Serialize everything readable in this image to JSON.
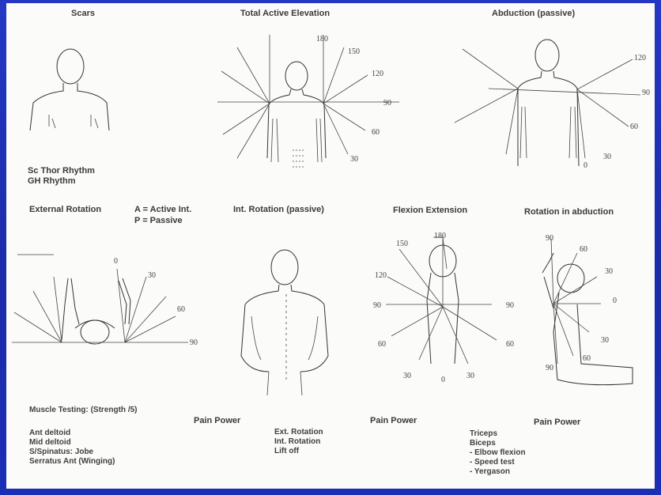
{
  "headings": {
    "scars": "Scars",
    "total_active_elevation": "Total Active Elevation",
    "abduction_passive": "Abduction (passive)",
    "external_rotation": "External Rotation",
    "active_int": "A = Active Int.",
    "passive": "P = Passive",
    "int_rotation_passive": "Int. Rotation (passive)",
    "flexion_extension": "Flexion Extension",
    "rotation_in_abduction": "Rotation in abduction"
  },
  "rhythm": {
    "sc_thor": "Sc Thor Rhythm",
    "gh": "GH Rhythm"
  },
  "muscle_testing": {
    "title": "Muscle Testing:  (Strength        /5)",
    "pain_power_1": "Pain  Power",
    "pain_power_2": "Pain Power",
    "pain_power_3": "Pain  Power",
    "col1": [
      "Ant deltoid",
      "Mid deltoid",
      "S/Spinatus:  Jobe",
      "Serratus Ant (Winging)"
    ],
    "col2": [
      "Ext. Rotation",
      "Int. Rotation",
      "Lift off"
    ],
    "col3": [
      "Triceps",
      "Biceps",
      "- Elbow flexion",
      "- Speed test",
      "- Yergason"
    ]
  },
  "angles": {
    "elevation": [
      "180",
      "150",
      "120",
      "90",
      "60",
      "30"
    ],
    "abduction": [
      "120",
      "90",
      "60",
      "30",
      "0"
    ],
    "ext_rotation": [
      "0",
      "30",
      "60",
      "90"
    ],
    "flexion": [
      "150",
      "180",
      "120",
      "90",
      "60",
      "30",
      "0",
      "30",
      "60",
      "90"
    ],
    "rot_abduction": [
      "90",
      "60",
      "30",
      "0",
      "30",
      "60",
      "90"
    ]
  }
}
